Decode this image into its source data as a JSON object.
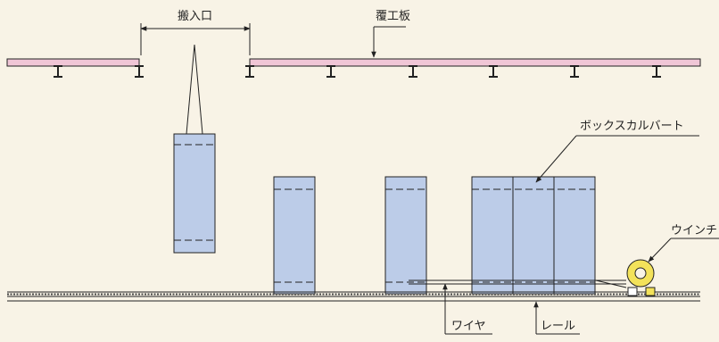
{
  "labels": {
    "opening": "搬入口",
    "deck": "覆工板",
    "culvert": "ボックスカルバート",
    "winch": "ウインチ",
    "wire": "ワイヤ",
    "rail": "レール"
  },
  "colors": {
    "background": "#f8f3e6",
    "deck_fill": "#f0c6d6",
    "box_fill": "#bccce8",
    "winch_fill": "#f3e25a",
    "line": "#222222"
  }
}
